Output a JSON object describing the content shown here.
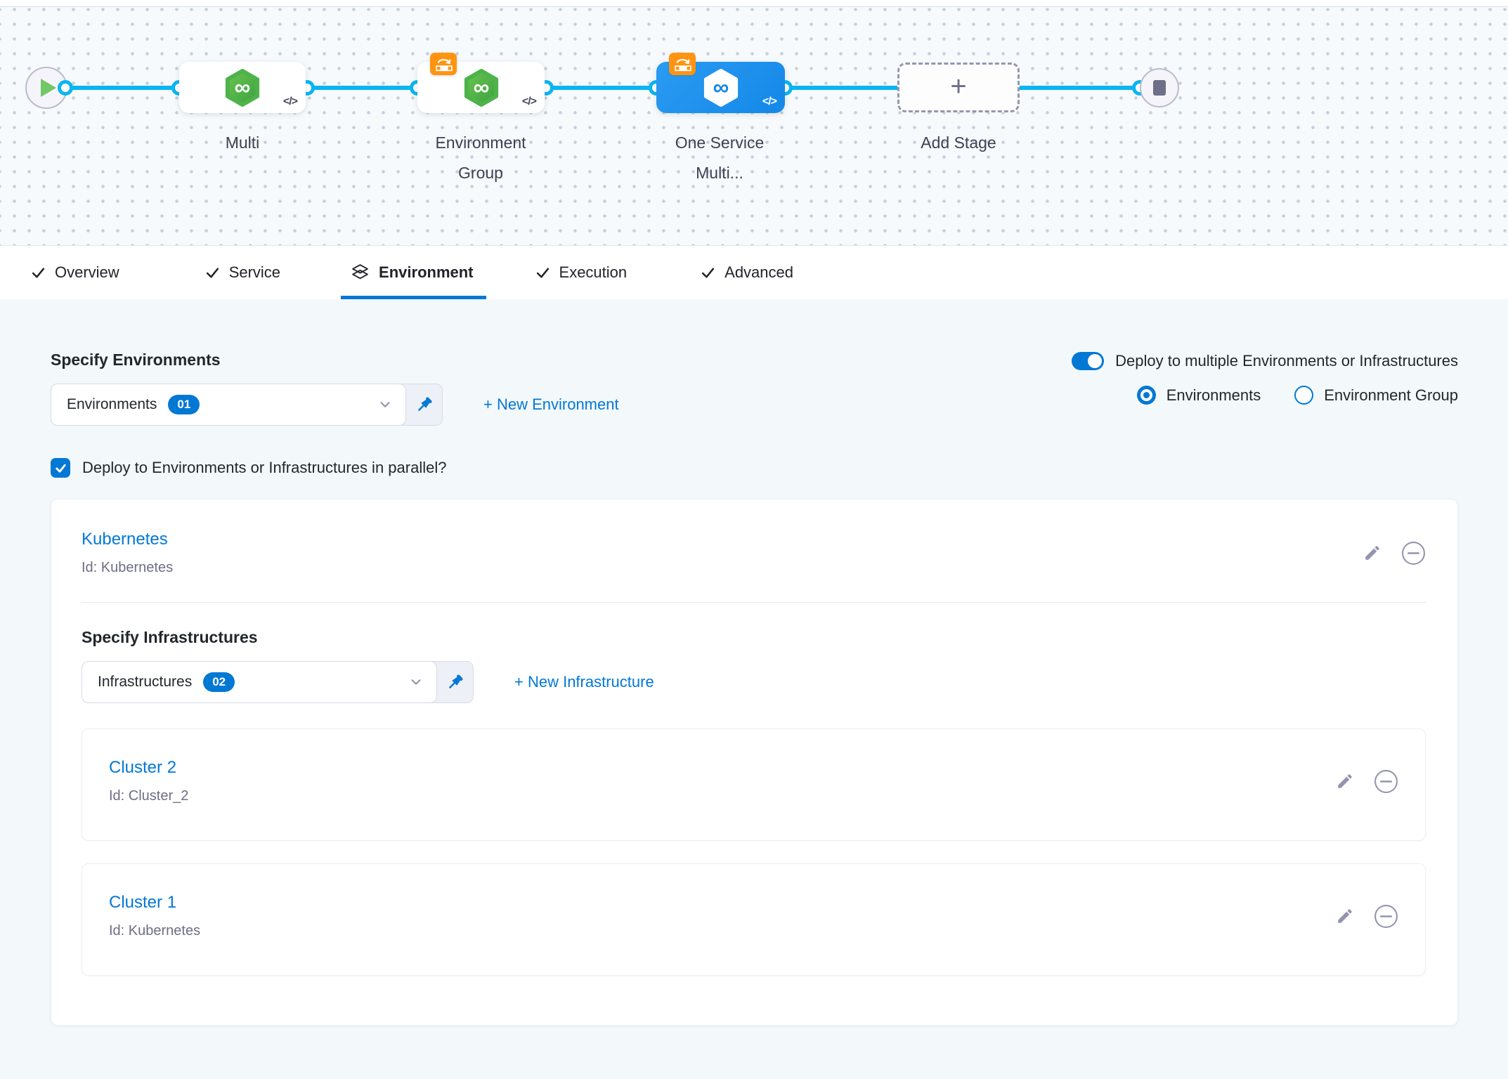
{
  "colors": {
    "primary": "#0278d5",
    "link": "#0278d5",
    "connector": "#0ab5f0",
    "node-selected": "#1488e8",
    "badge-orange": "#ff9412",
    "hex-green": "#4db34a",
    "canvas-dot": "#c6cfdb",
    "content-bg": "#f3f8fb"
  },
  "pipeline": {
    "code_glyph": "</>",
    "infinity_glyph": "∞",
    "plus_glyph": "+",
    "node_multi": "Multi",
    "node_environment_group": "Environment Group",
    "node_one_service": "One Service Multi...",
    "add_stage_label": "Add Stage"
  },
  "tabs": {
    "overview": "Overview",
    "service": "Service",
    "environment": "Environment",
    "execution": "Execution",
    "advanced": "Advanced"
  },
  "environments": {
    "heading": "Specify Environments",
    "select_label": "Environments",
    "select_badge": "01",
    "new_link": "+ New Environment",
    "toggle_label": "Deploy to multiple Environments or Infrastructures",
    "radio_environments": "Environments",
    "radio_environment_group": "Environment Group",
    "parallel_label": "Deploy to Environments or Infrastructures in parallel?"
  },
  "environment_card": {
    "name": "Kubernetes",
    "id": "Id: Kubernetes"
  },
  "infrastructures": {
    "heading": "Specify Infrastructures",
    "select_label": "Infrastructures",
    "select_badge": "02",
    "new_link": "+ New Infrastructure",
    "items": [
      {
        "name": "Cluster 2",
        "id": "Id: Cluster_2"
      },
      {
        "name": "Cluster 1",
        "id": "Id: Kubernetes"
      }
    ]
  }
}
